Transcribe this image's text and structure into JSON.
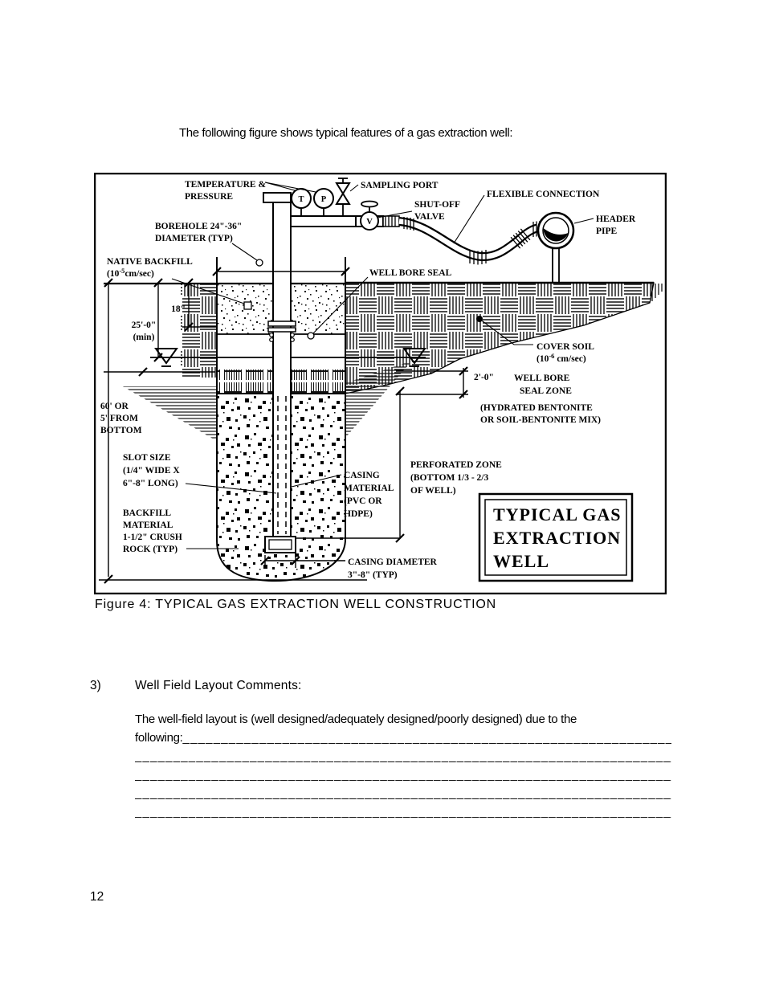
{
  "page": {
    "intro": "The following figure shows typical features of a gas extraction well:",
    "figure_caption": "Figure 4: TYPICAL GAS EXTRACTION WELL CONSTRUCTION",
    "section_number": "3)",
    "section_title": "Well Field Layout Comments:",
    "paragraph_line1": "The well-field layout is (well designed/adequately designed/poorly designed) due to the",
    "paragraph_line2_label": "following:",
    "blank_short": "______________________________________________________________________",
    "blank_full": "____________________________________________________________________________________",
    "page_number": "12"
  },
  "diagram": {
    "labels": {
      "temperature_pressure": [
        "TEMPERATURE &",
        "PRESSURE"
      ],
      "sampling_port": "SAMPLING PORT",
      "shut_off_valve": [
        "SHUT-OFF",
        "VALVE"
      ],
      "flexible_connection": "FLEXIBLE CONNECTION",
      "header_pipe": [
        "HEADER",
        "PIPE"
      ],
      "borehole": [
        "BOREHOLE  24\"-36\"",
        "DIAMETER    (TYP)"
      ],
      "native_backfill": [
        "NATIVE BACKFILL",
        "(10",
        "-5",
        "cm/sec)"
      ],
      "well_bore_seal": "WELL BORE SEAL",
      "dim_18": "18\"",
      "dim_25": [
        "25'-0\"",
        "(min)"
      ],
      "cover_soil": [
        "COVER SOIL",
        "(10",
        "-6",
        " cm/sec)"
      ],
      "dim_2ft": "2'-0\"",
      "seal_zone": [
        "WELL BORE",
        "SEAL ZONE"
      ],
      "seal_zone_note": [
        "(HYDRATED BENTONITE",
        "OR SOIL-BENTONITE MIX)"
      ],
      "dim_60": [
        "60' OR",
        "5' FROM",
        "BOTTOM"
      ],
      "slot_size": [
        "SLOT SIZE",
        "(1/4\" WIDE X",
        "6\"-8\" LONG)"
      ],
      "casing_material": [
        "CASING",
        "MATERIAL",
        "(PVC OR",
        "HDPE)"
      ],
      "perforated_zone": [
        "PERFORATED ZONE",
        "(BOTTOM 1/3 - 2/3",
        "OF WELL)"
      ],
      "backfill_material": [
        "BACKFILL",
        "MATERIAL",
        "1-1/2\" CRUSH",
        "ROCK (TYP)"
      ],
      "casing_diameter": [
        "CASING DIAMETER",
        "3\"-8\" (TYP)"
      ],
      "title_box": [
        "TYPICAL GAS",
        "EXTRACTION",
        "WELL"
      ],
      "gauges": {
        "t": "T",
        "p": "P",
        "v": "V"
      }
    }
  }
}
